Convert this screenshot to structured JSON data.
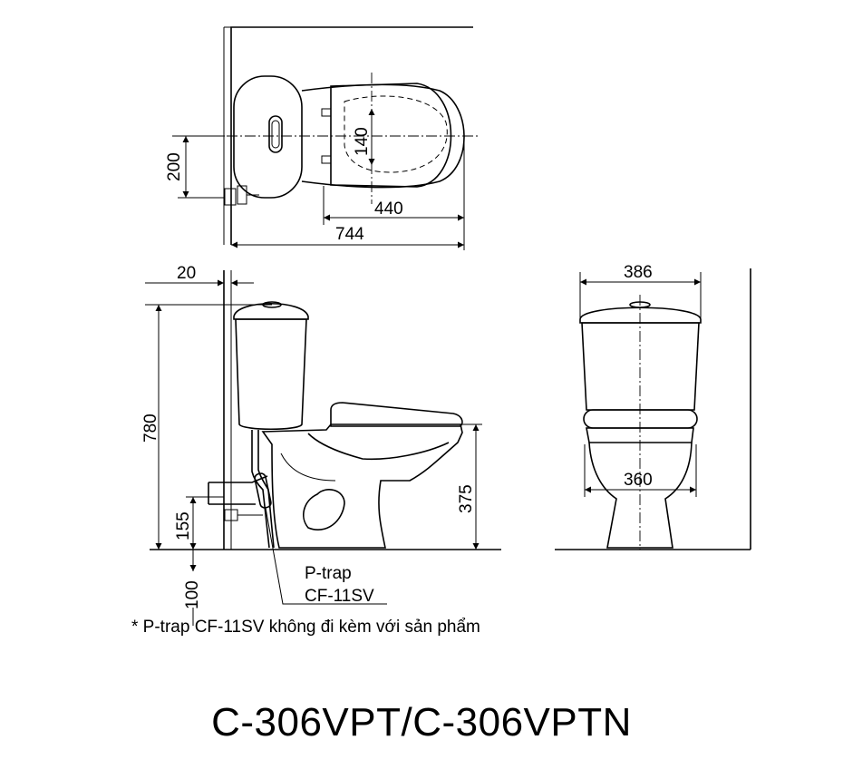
{
  "top_view": {
    "dim_width_bowl": "440",
    "dim_total_length": "744",
    "dim_offset": "200",
    "dim_seat": "140"
  },
  "side_view": {
    "dim_wall_gap": "20",
    "dim_height": "780",
    "dim_bowl_height": "375",
    "dim_inlet_height": "155",
    "dim_floor_depth": "100"
  },
  "front_view": {
    "dim_tank_width": "386",
    "dim_base_width": "360"
  },
  "labels": {
    "ptrap_line1": "P-trap",
    "ptrap_line2": "CF-11SV",
    "note": "* P-trap CF-11SV không đi kèm với sản phẩm"
  },
  "model_title": "C-306VPT/C-306VPTN"
}
